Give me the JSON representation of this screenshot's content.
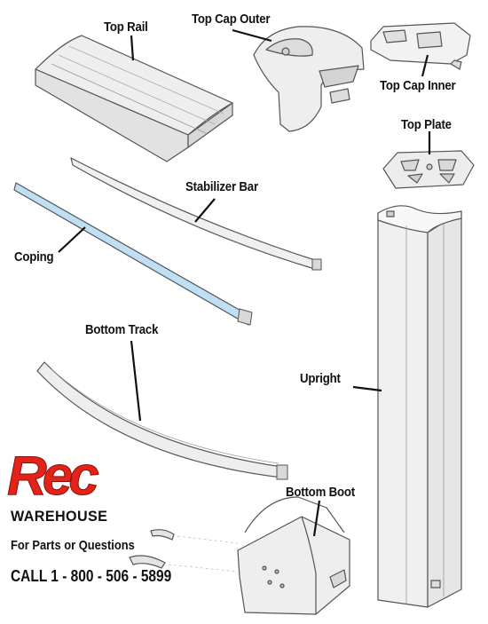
{
  "labels": {
    "top_rail": "Top Rail",
    "top_cap_outer": "Top Cap Outer",
    "top_cap_inner": "Top Cap Inner",
    "top_plate": "Top Plate",
    "stabilizer_bar": "Stabilizer Bar",
    "coping": "Coping",
    "bottom_track": "Bottom Track",
    "upright": "Upright",
    "bottom_boot": "Bottom Boot"
  },
  "branding": {
    "logo_text": "Rec",
    "logo_subtext": "WAREHOUSE",
    "tagline": "For Parts or Questions",
    "phone": "CALL 1 - 800 - 506 - 5899"
  },
  "colors": {
    "coping_fill": "#bfe0f4",
    "logo_red": "#e2231a",
    "part_fill": "#efefef",
    "part_stroke": "#555555"
  }
}
